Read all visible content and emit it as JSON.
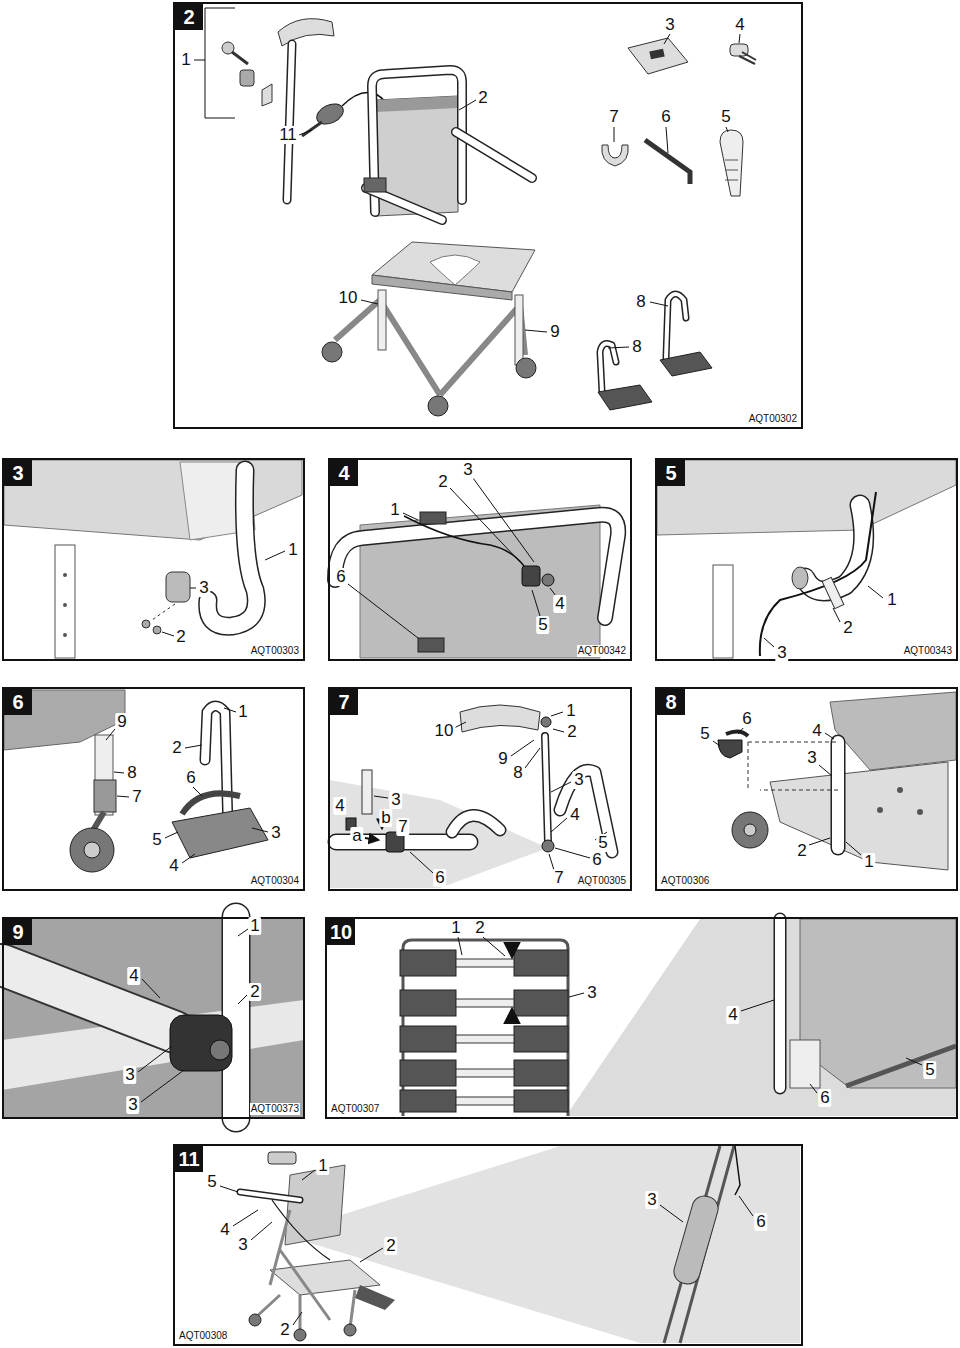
{
  "diagram": {
    "nodes": [
      {
        "text": [
          "2",
          "AQT00302"
        ]
      },
      {
        "text": [
          "3",
          "AQT00303"
        ]
      },
      {
        "text": [
          "4",
          "AQT00342"
        ]
      },
      {
        "text": [
          "5",
          "AQT00343"
        ]
      },
      {
        "text": [
          "6",
          "AQT00304"
        ]
      },
      {
        "text": [
          "7",
          "AQT00305"
        ]
      },
      {
        "text": [
          "8",
          "AQT00306"
        ]
      },
      {
        "text": [
          "9",
          "AQT00373"
        ]
      },
      {
        "text": [
          "10",
          "AQT00307"
        ]
      },
      {
        "text": [
          "11",
          "AQT00308"
        ]
      }
    ],
    "labels": [
      "1",
      "11",
      "2",
      "3",
      "4",
      "7",
      "6",
      "5",
      "10",
      "9",
      "8",
      "8",
      "1",
      "3",
      "2",
      "3",
      "2",
      "1",
      "6",
      "4",
      "5",
      "1",
      "2",
      "3",
      "9",
      "1",
      "2",
      "8",
      "7",
      "6",
      "5",
      "3",
      "4",
      "1",
      "10",
      "2",
      "9",
      "8",
      "3",
      "4",
      "3",
      "4",
      "b",
      "7",
      "a",
      "5",
      "6",
      "6",
      "7",
      "6",
      "5",
      "4",
      "3",
      "2",
      "1",
      "1",
      "4",
      "2",
      "3",
      "3",
      "1",
      "2",
      "3",
      "4",
      "5",
      "6",
      "1",
      "5",
      "4",
      "3",
      "2",
      "2",
      "3",
      "6"
    ]
  }
}
